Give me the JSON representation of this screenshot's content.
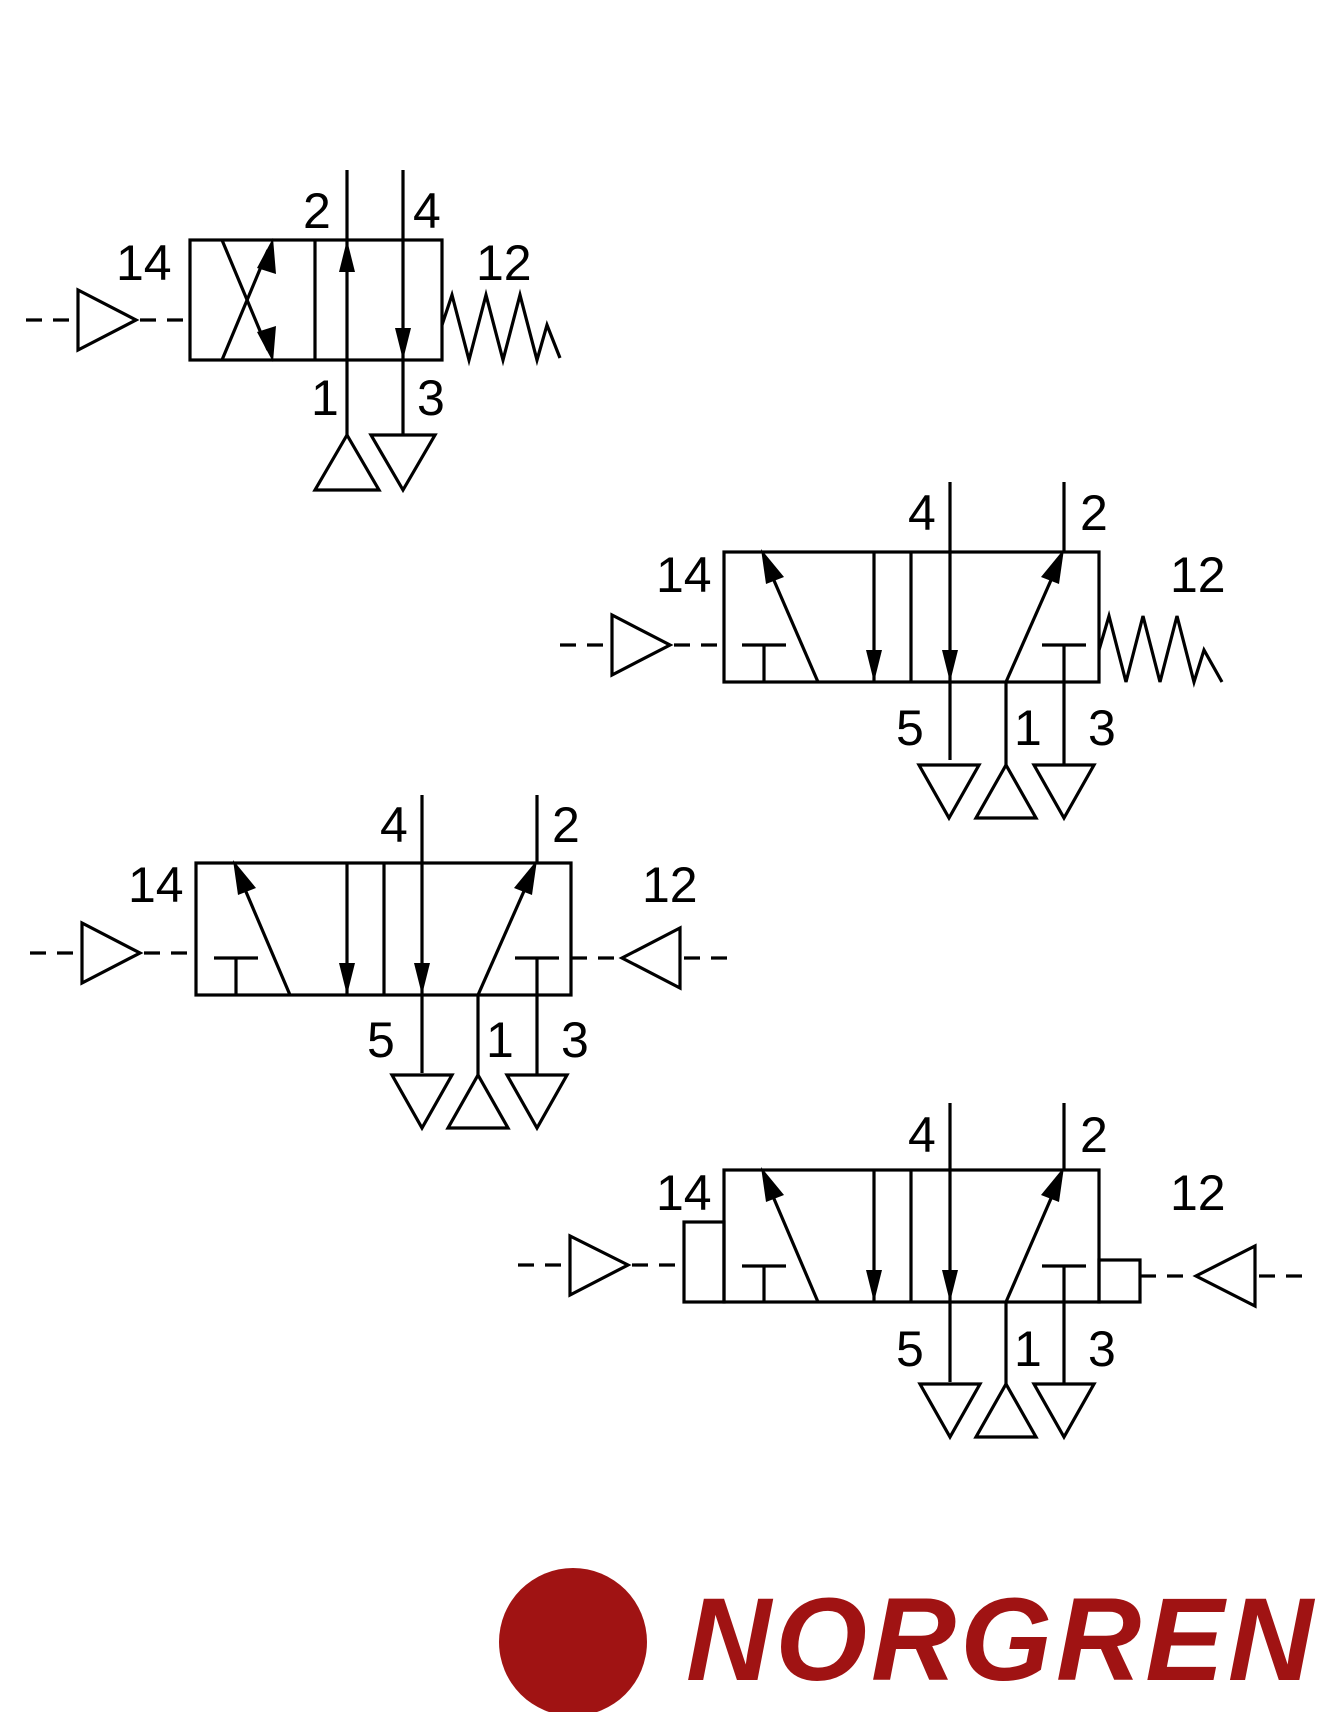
{
  "brand": {
    "name": "NORGREN",
    "color": "#a01313"
  },
  "symbols": [
    {
      "id": "valve-3-2-pilot-spring",
      "ports": {
        "p14": "14",
        "p12": "12",
        "p2": "2",
        "p4": "4",
        "p1": "1",
        "p3": "3"
      }
    },
    {
      "id": "valve-5-2-pilot-spring",
      "ports": {
        "p14": "14",
        "p12": "12",
        "p4": "4",
        "p2": "2",
        "p5": "5",
        "p1": "1",
        "p3": "3"
      }
    },
    {
      "id": "valve-5-2-pilot-pilot",
      "ports": {
        "p14": "14",
        "p12": "12",
        "p4": "4",
        "p2": "2",
        "p5": "5",
        "p1": "1",
        "p3": "3"
      }
    },
    {
      "id": "valve-5-2-pilot-pilot-external",
      "ports": {
        "p14": "14",
        "p12": "12",
        "p4": "4",
        "p2": "2",
        "p5": "5",
        "p1": "1",
        "p3": "3"
      }
    }
  ]
}
